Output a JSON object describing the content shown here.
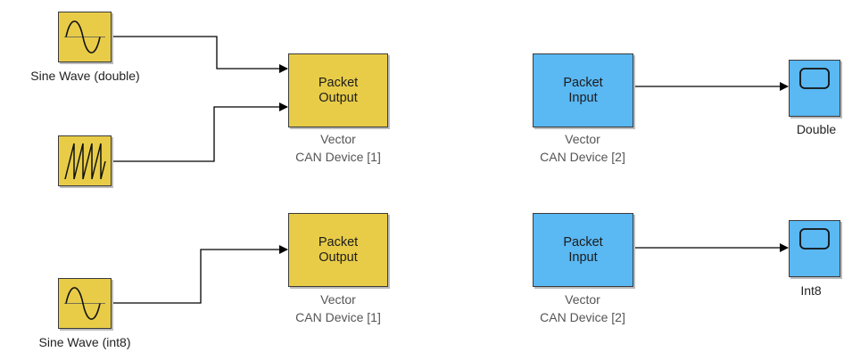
{
  "sources": [
    {
      "label": "Sine Wave (double)",
      "icon": "sine-icon"
    },
    {
      "label": "",
      "icon": "sawtooth-icon"
    },
    {
      "label": "Sine Wave (int8)",
      "icon": "sine-icon"
    }
  ],
  "packet_output": [
    {
      "text": "Packet\nOutput",
      "device_line1": "Vector",
      "device_line2": "CAN Device [1]"
    },
    {
      "text": "Packet\nOutput",
      "device_line1": "Vector",
      "device_line2": "CAN Device [1]"
    }
  ],
  "packet_input": [
    {
      "text": "Packet\nInput",
      "device_line1": "Vector",
      "device_line2": "CAN Device [2]"
    },
    {
      "text": "Packet\nInput",
      "device_line1": "Vector",
      "device_line2": "CAN Device [2]"
    }
  ],
  "scopes": [
    {
      "label": "Double",
      "icon": "scope-icon"
    },
    {
      "label": "Int8",
      "icon": "scope-icon"
    }
  ],
  "colors": {
    "source": "#e8cc48",
    "packet_output": "#e8cc48",
    "packet_input": "#5ab8f2",
    "scope": "#5ab8f2",
    "wire": "#000000"
  }
}
